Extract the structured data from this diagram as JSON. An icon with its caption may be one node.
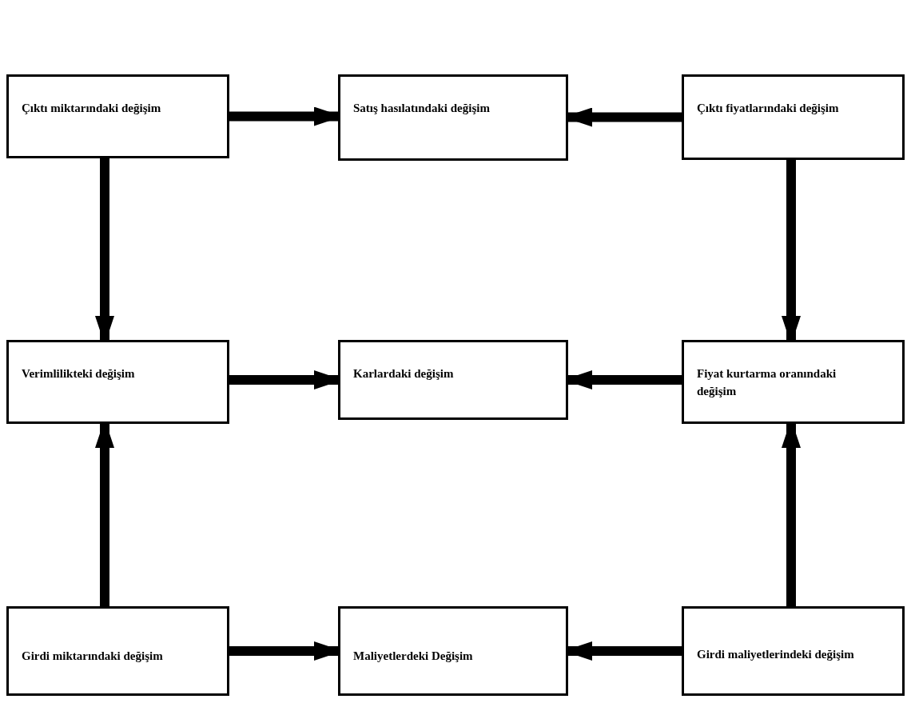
{
  "diagram": {
    "nodes": [
      {
        "text": [
          "Çıktı miktarındaki değişim"
        ]
      },
      {
        "text": [
          "Satış hasılatındaki değişim"
        ]
      },
      {
        "text": [
          "Çıktı fiyatlarındaki değişim"
        ]
      },
      {
        "text": [
          "Verimlilikteki değişim"
        ]
      },
      {
        "text": [
          "Karlardaki değişim"
        ]
      },
      {
        "text": [
          "Fiyat kurtarma oranındaki değişim"
        ]
      },
      {
        "text": [
          "Girdi miktarındaki değişim"
        ]
      },
      {
        "text": [
          "Maliyetlerdeki Değişim"
        ]
      },
      {
        "text": [
          "Girdi maliyetlerindeki değişim"
        ]
      }
    ],
    "edges": [
      {
        "from": 0,
        "to": 1,
        "arrow": "to"
      },
      {
        "from": 2,
        "to": 1,
        "arrow": "to"
      },
      {
        "from": 0,
        "to": 3,
        "arrow": "to"
      },
      {
        "from": 2,
        "to": 5,
        "arrow": "to"
      },
      {
        "from": 3,
        "to": 4,
        "arrow": "to"
      },
      {
        "from": 5,
        "to": 4,
        "arrow": "to"
      },
      {
        "from": 6,
        "to": 3,
        "arrow": "to"
      },
      {
        "from": 8,
        "to": 5,
        "arrow": "to"
      },
      {
        "from": 6,
        "to": 7,
        "arrow": "to"
      },
      {
        "from": 8,
        "to": 7,
        "arrow": "to"
      }
    ]
  }
}
